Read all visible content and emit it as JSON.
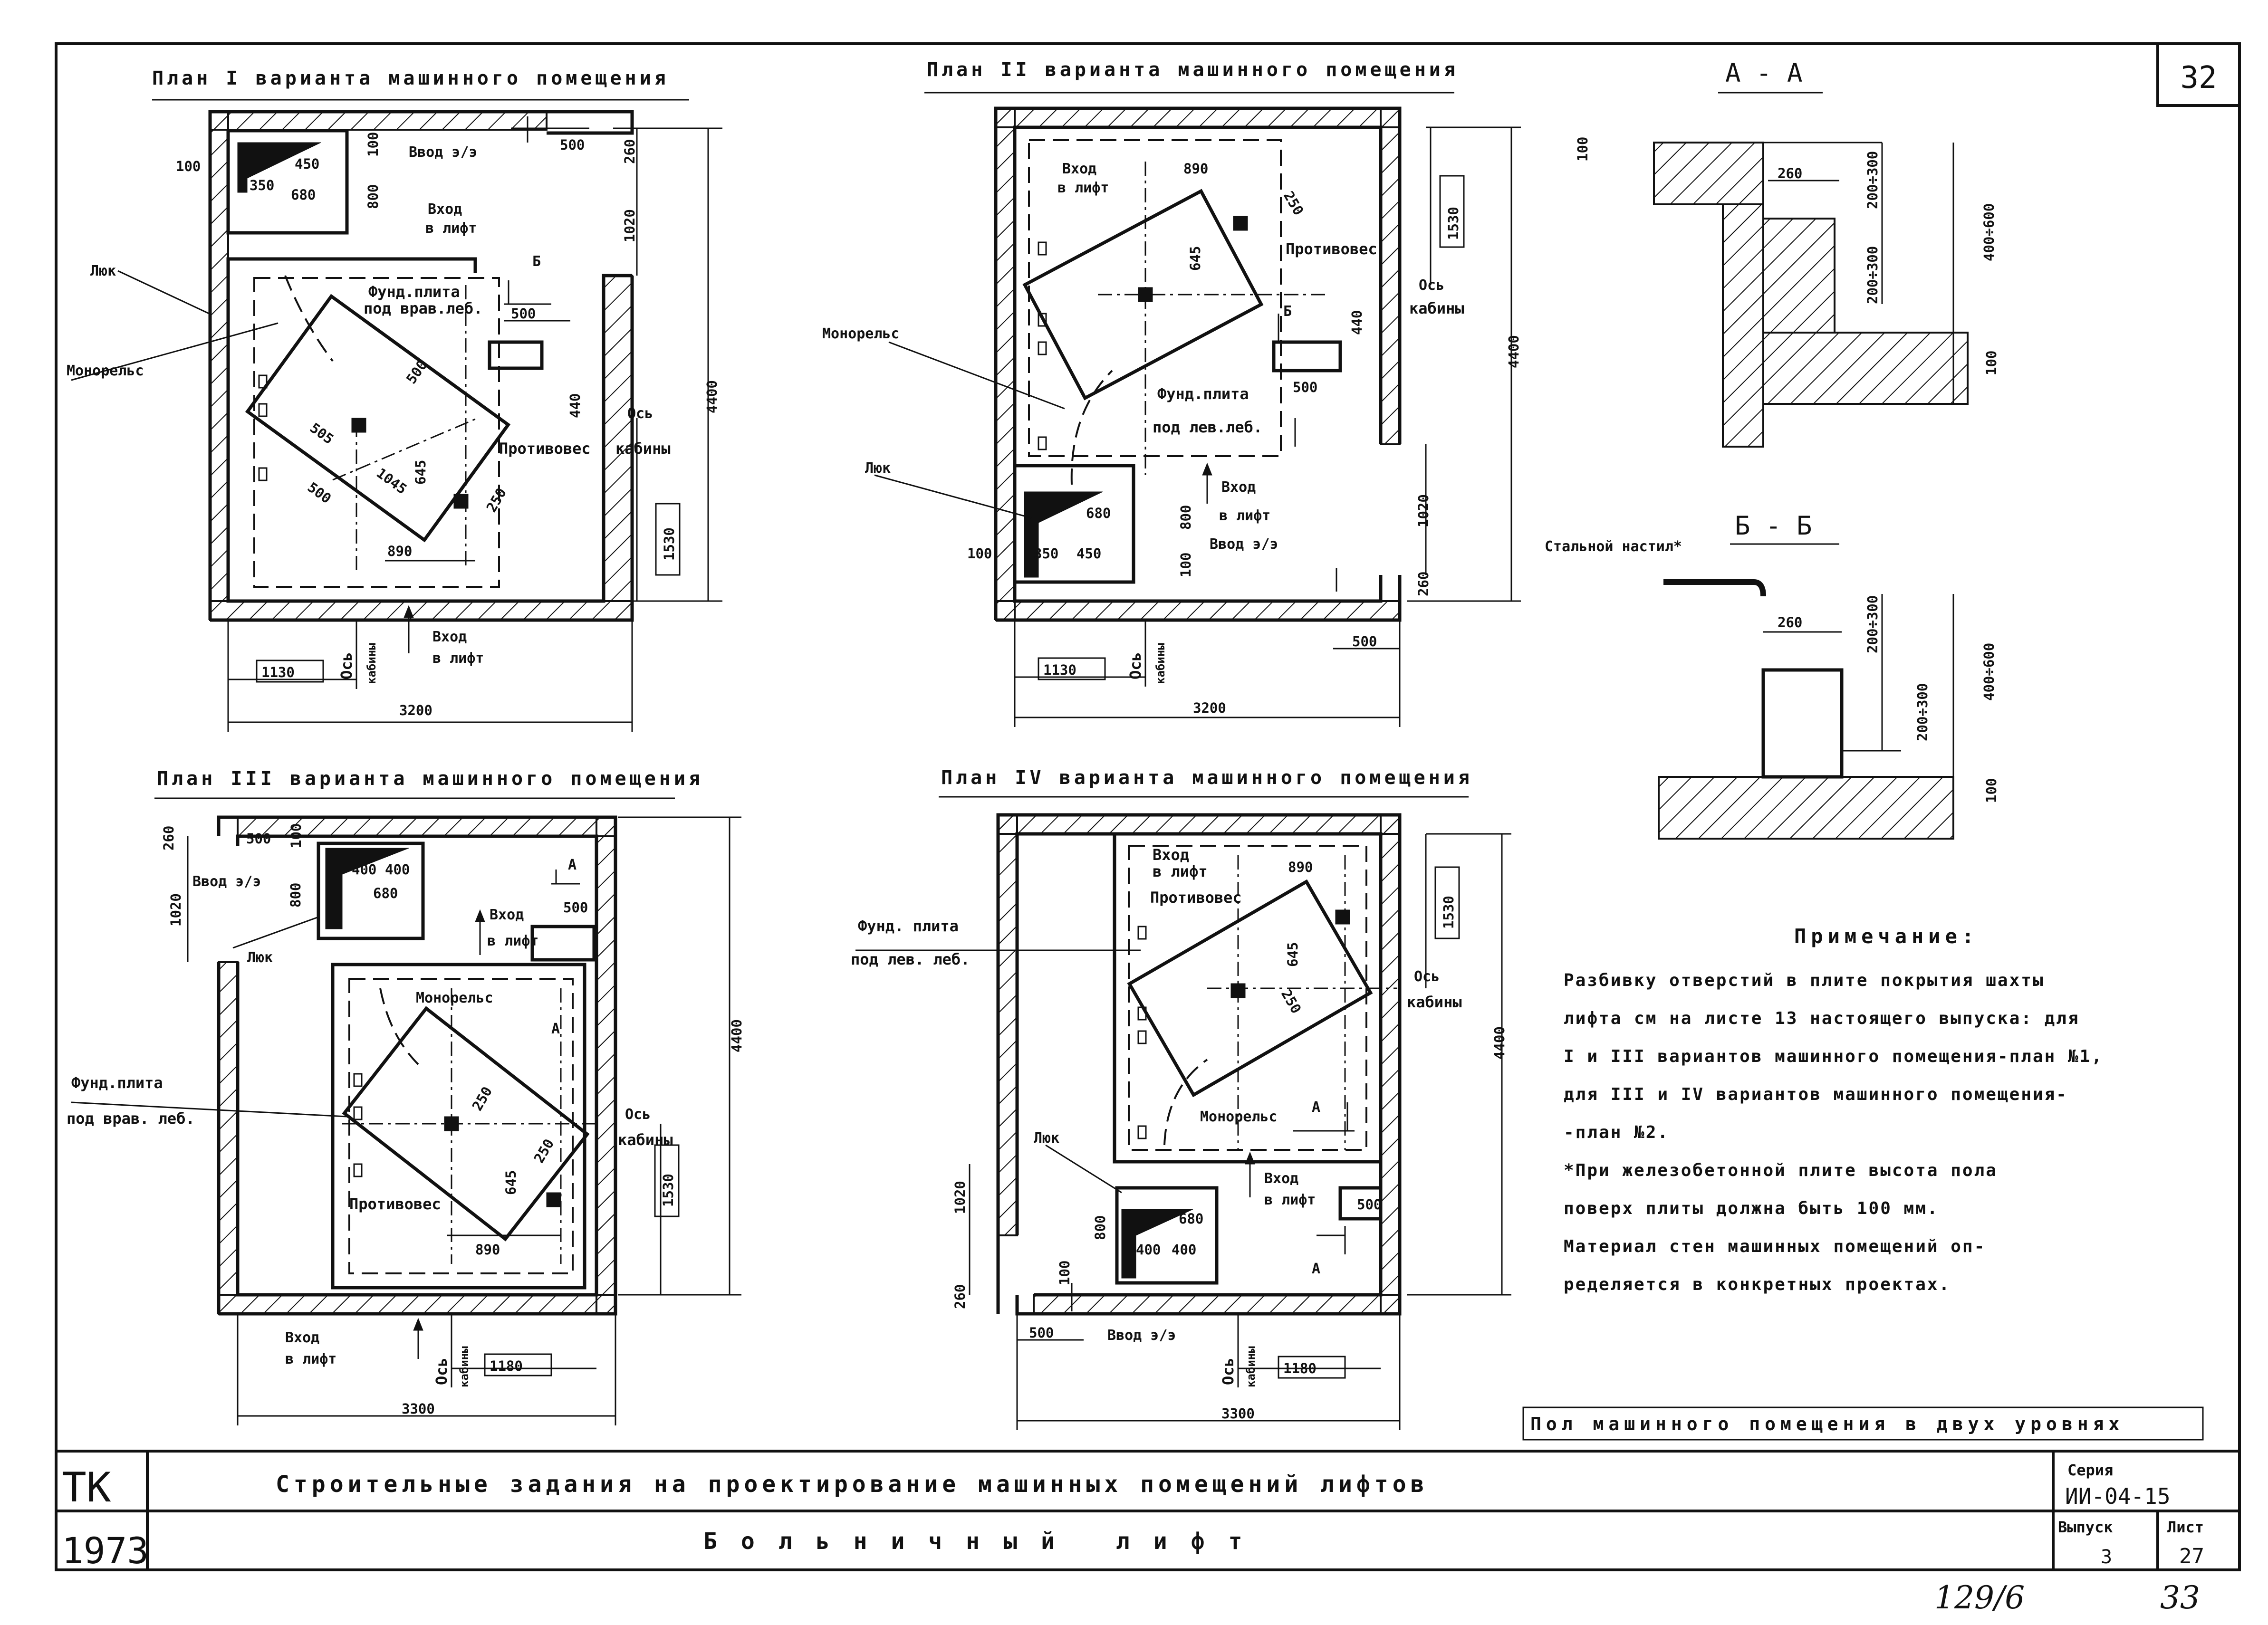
{
  "sheet_number": "32",
  "plans": {
    "p1": {
      "title": "План I варианта машинного помещения",
      "luk": "Люк",
      "monorail": "Монорельс",
      "fund_plita_1": "Фунд.плита",
      "fund_plita_2": "под врав.леб.",
      "protivoves": "Противовес",
      "os_kabiny_1": "Ось",
      "os_kabiny_2": "кабины",
      "vvod": "Ввод э/э",
      "vkhod_top_1": "Вход",
      "vkhod_top_2": "в лифт",
      "vkhod_bot_1": "Вход",
      "vkhod_bot_2": "в лифт",
      "section_b": "Б",
      "dims": {
        "d100": "100",
        "d450": "450",
        "d350": "350",
        "d680": "680",
        "d100b": "100",
        "d800": "800",
        "d500a": "500",
        "d260": "260",
        "d1020": "1020",
        "d500b": "500",
        "d500c": "500",
        "d505": "505",
        "d500d": "500",
        "d1045": "1045",
        "d645": "645",
        "d250": "250",
        "d890": "890",
        "d440": "440",
        "d1530": "1530",
        "d4400": "4400",
        "d1130": "1130",
        "d3200": "3200"
      }
    },
    "p2": {
      "title": "План II варианта машинного помещения",
      "monorail": "Монорельс",
      "luk": "Люк",
      "protivoves": "Противовес",
      "os_kabiny_1": "Ось",
      "os_kabiny_2": "кабины",
      "fund_plita_1": "Фунд.плита",
      "fund_plita_2": "под лев.леб.",
      "vkhod_top_1": "Вход",
      "vkhod_top_2": "в лифт",
      "vkhod_bot_1": "Вход",
      "vkhod_bot_2": "в лифт",
      "vvod": "Ввод э/э",
      "section_b": "Б",
      "dims": {
        "d890": "890",
        "d250": "250",
        "d645": "645",
        "d440": "440",
        "d1530": "1530",
        "d500a": "500",
        "d4400": "4400",
        "d1020": "1020",
        "d100": "100",
        "d680": "680",
        "d350": "350",
        "d450": "450",
        "d100b": "100",
        "d800": "800",
        "d260": "260",
        "d500b": "500",
        "d1130": "1130",
        "d3200": "3200"
      }
    },
    "p3": {
      "title": "План III варианта машинного помещения",
      "vvod": "Ввод э/э",
      "luk": "Люк",
      "vkhod_top_1": "Вход",
      "vkhod_top_2": "в лифт",
      "monorail": "Монорельс",
      "fund_plita_1": "Фунд.плита",
      "fund_plita_2": "под врав. леб.",
      "os_kabiny_1": "Ось",
      "os_kabiny_2": "кабины",
      "protivoves": "Противовес",
      "vkhod_bot_1": "Вход",
      "vkhod_bot_2": "в лифт",
      "section_a": "А",
      "dims": {
        "d260": "260",
        "d500a": "500",
        "d100": "100",
        "d1020": "1020",
        "d800": "800",
        "d400a": "400",
        "d400b": "400",
        "d680": "680",
        "d500b": "500",
        "d250": "250",
        "d645": "645",
        "d250b": "250",
        "d890": "890",
        "d1530": "1530",
        "d4400": "4400",
        "d1180": "1180",
        "d3300": "3300"
      }
    },
    "p4": {
      "title": "План IV варианта машинного помещения",
      "fund_plita_1": "Фунд. плита",
      "fund_plita_2": "под лев. леб.",
      "vkhod_top_1": "Вход",
      "vkhod_top_2": "в лифт",
      "protivoves": "Противовес",
      "os_kabiny_1": "Ось",
      "os_kabiny_2": "кабины",
      "monorail": "Монорельс",
      "luk": "Люк",
      "vkhod_bot_1": "Вход",
      "vkhod_bot_2": "в лифт",
      "vvod": "Ввод э/э",
      "section_a": "А",
      "dims": {
        "d890": "890",
        "d1530": "1530",
        "d645": "645",
        "d250": "250",
        "d4400": "4400",
        "d1020": "1020",
        "d800": "800",
        "d680": "680",
        "d400a": "400",
        "d400b": "400",
        "d100": "100",
        "d260": "260",
        "d500a": "500",
        "d500b": "500",
        "d1180": "1180",
        "d3300": "3300"
      }
    }
  },
  "section_aa": {
    "title": "А - А",
    "dims": {
      "d100": "100",
      "d260": "260",
      "d200_300a": "200÷300",
      "d400_600": "400÷600",
      "d200_300b": "200÷300",
      "d100b": "100"
    }
  },
  "section_bb": {
    "title": "Б - Б",
    "label": "Стальной настил*",
    "dims": {
      "d260": "260",
      "d200_300a": "200÷300",
      "d400_600": "400÷600",
      "d200_300b": "200÷300",
      "d100": "100"
    }
  },
  "notes": {
    "heading": "Примечание:",
    "lines": [
      "Разбивку отверстий в плите покрытия шахты",
      "лифта см на листе 13 настоящего выпуска: для",
      "I и III вариантов машинного помещения-план №1,",
      "для III и IV вариантов машинного помещения-",
      "-план №2.",
      "*При железобетонной плите высота пола",
      "поверх плиты должна быть 100 мм.",
      "Материал стен машинных помещений оп-",
      "ределяется в конкретных проектах."
    ]
  },
  "sheet_caption": "Пол машинного помещения в двух уровнях",
  "title_block": {
    "org": "ТК",
    "year": "1973",
    "main_title": "Строительные задания на проектирование машинных помещений лифтов",
    "subtitle": "Больничный лифт",
    "seria_label": "Серия",
    "seria_value": "ИИ-04-15",
    "vypusk_label": "Выпуск",
    "vypusk_value": "3",
    "list_label": "Лист",
    "list_value": "27"
  },
  "handwritten": {
    "left": "129/6",
    "right": "33"
  }
}
